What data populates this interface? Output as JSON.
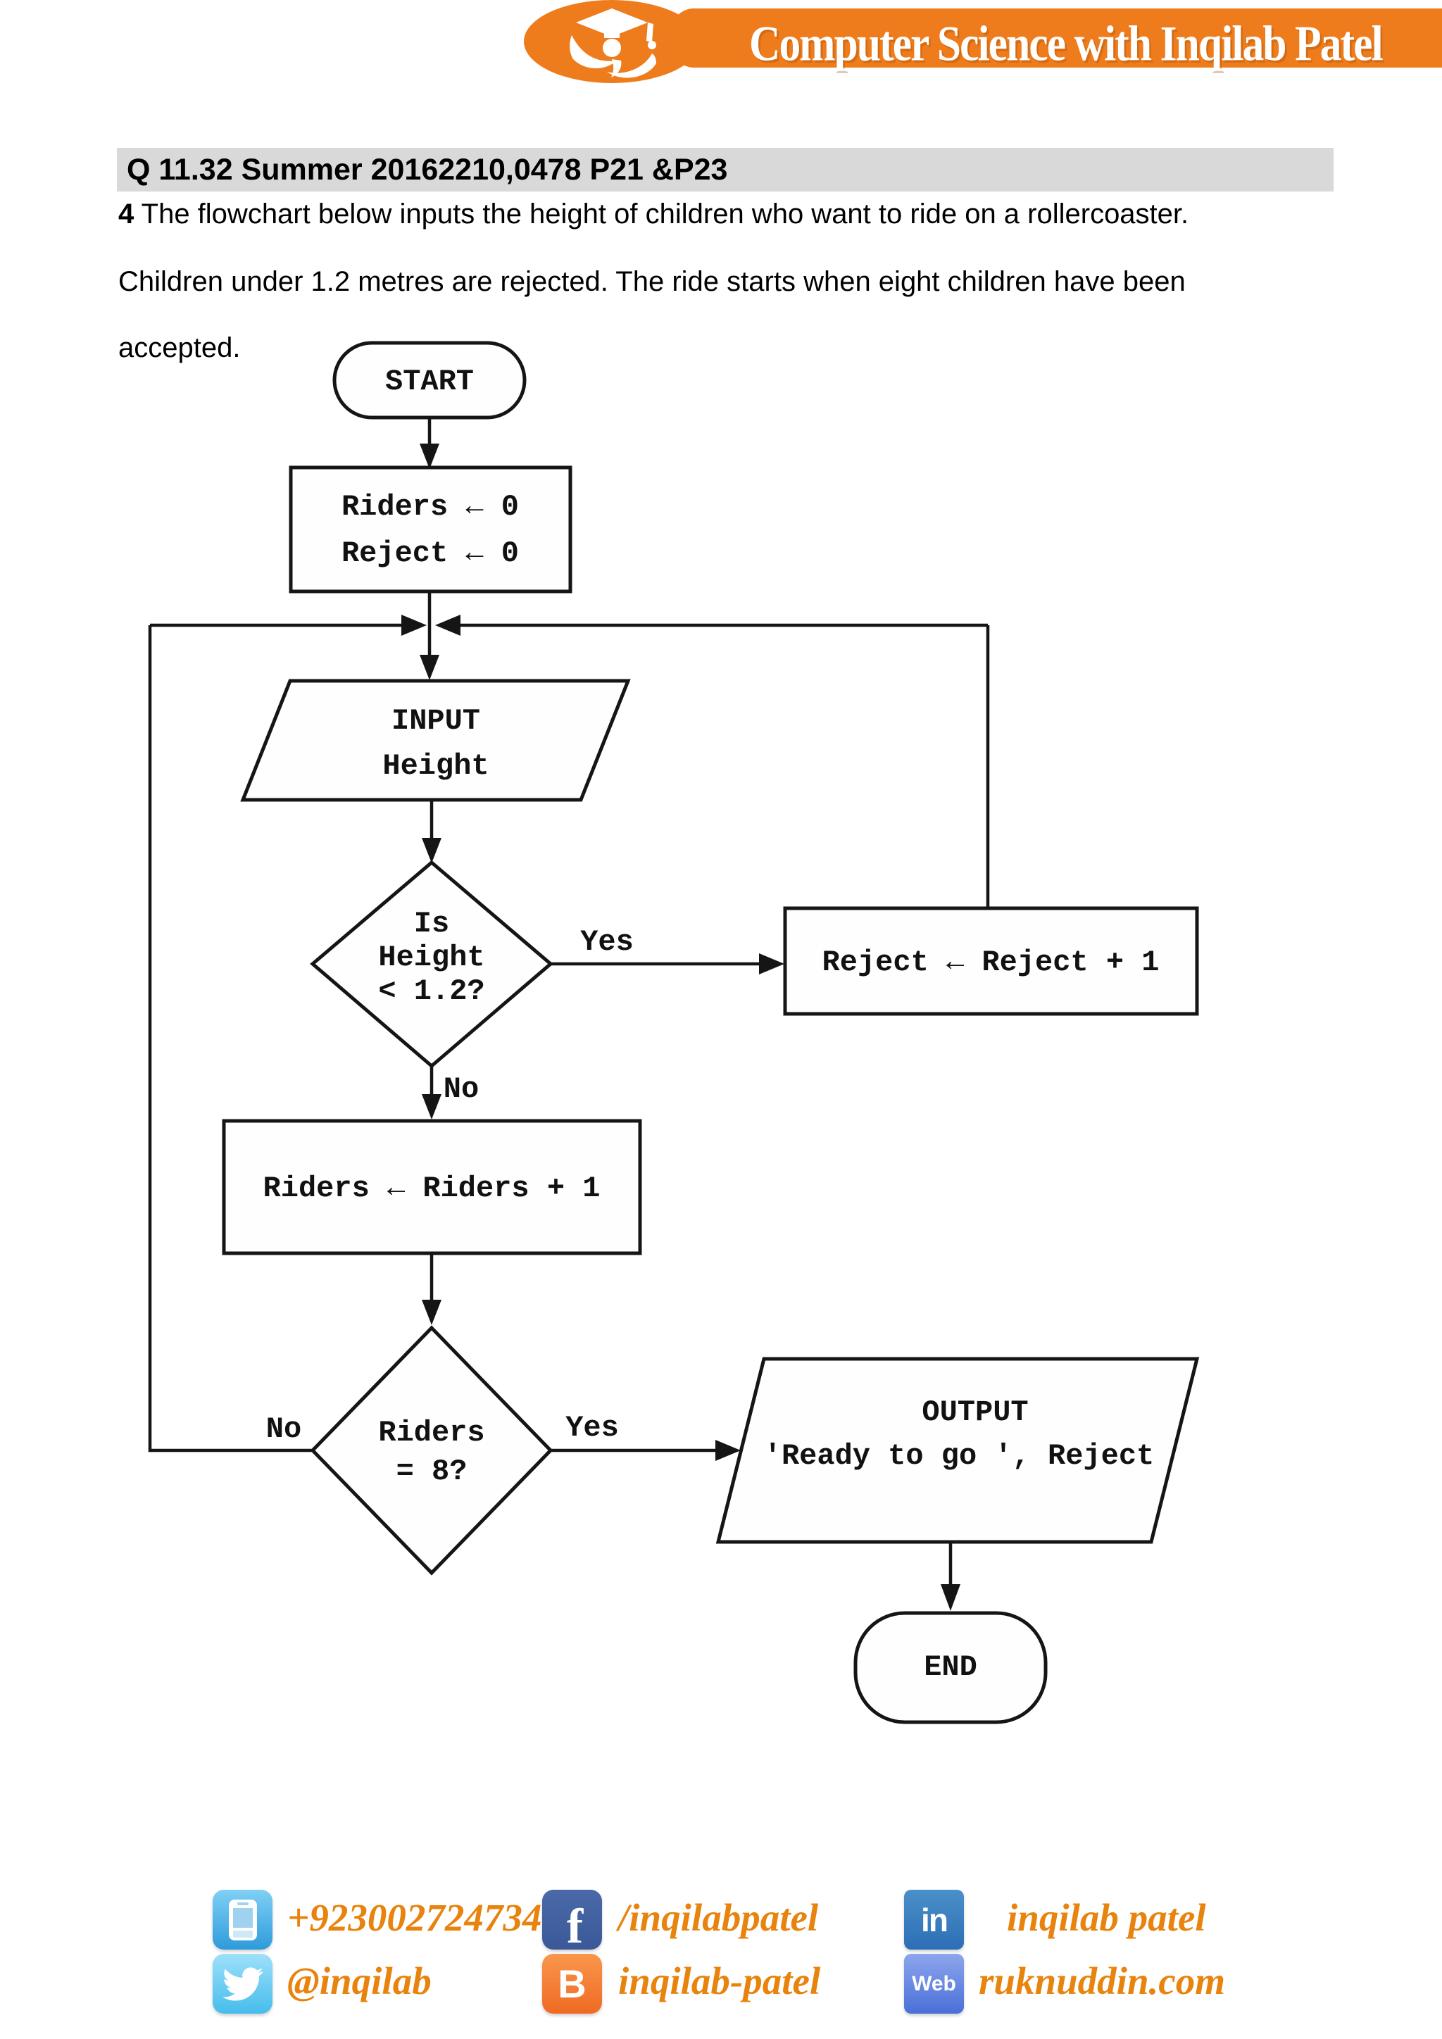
{
  "header": {
    "brand": "Computer Science with Inqilab Patel"
  },
  "question": {
    "heading": "Q 11.32 Summer 20162210,0478 P21 &P23",
    "number": "4",
    "line1_rest": " The flowchart below inputs the height of children who want to ride on a rollercoaster.",
    "line2": "Children under 1.2 metres are rejected. The ride starts when eight children have been",
    "line3": "accepted."
  },
  "flowchart": {
    "start_label": "START",
    "init_line1": "Riders ← 0",
    "init_line2": "Reject ← 0",
    "input_line1": "INPUT",
    "input_line2": "Height",
    "decision1_line1": "Is",
    "decision1_line2": "Height",
    "decision1_line3": "< 1.2?",
    "decision1_yes_label": "Yes",
    "decision1_no_label": "No",
    "reject_label": "Reject ← Reject + 1",
    "riders_label": "Riders ← Riders + 1",
    "decision2_line1": "Riders",
    "decision2_line2": "= 8?",
    "decision2_yes_label": "Yes",
    "decision2_no_label": "No",
    "output_line1": "OUTPUT",
    "output_line2": "'Ready to go ', Reject",
    "end_label": "END"
  },
  "footer": {
    "phone_number": "+923002724734",
    "twitter_handle": "@inqilab",
    "facebook_icon_letter": "f",
    "facebook_handle": "/inqilabpatel",
    "blogger_icon_letter": "B",
    "blogger_handle": "inqilab-patel",
    "linkedin_icon_letter": "in",
    "linkedin_name": "inqilab patel",
    "web_icon_label": "Web",
    "website": "ruknuddin.com"
  },
  "colors": {
    "header_orange": "#EF7C1C",
    "heading_gray": "#D9D9D9",
    "footer_orange": "#E8830D",
    "phone_blue": "#2E9BDB",
    "twitter_blue": "#45BDEC",
    "facebook_blue": "#3B5998",
    "blogger_orange": "#F06A23",
    "linkedin_blue": "#2D6EB5",
    "web_blue": "#4A6FD8",
    "flow_stroke": "#151515"
  }
}
